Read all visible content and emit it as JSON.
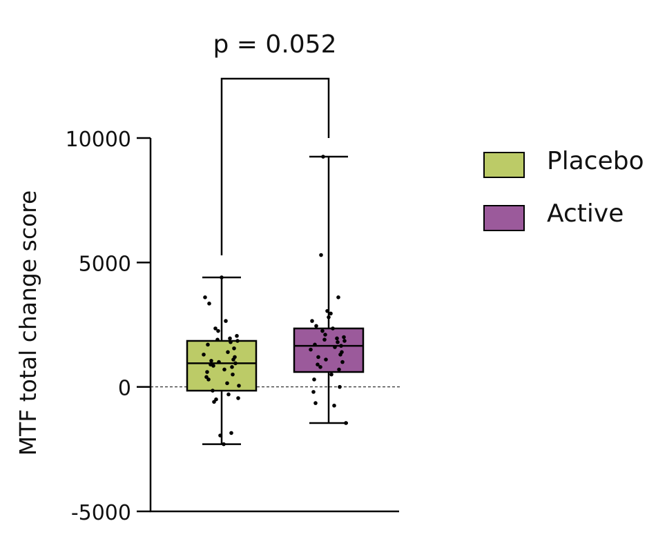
{
  "chart_data": {
    "type": "box",
    "ylabel": "MTF total change score",
    "ylim": [
      -5000,
      10000
    ],
    "yticks": [
      -5000,
      0,
      5000,
      10000
    ],
    "ytick_labels": [
      "-5000",
      "0",
      "5000",
      "10000"
    ],
    "zero_reference_line": true,
    "legend_position": "right",
    "significance": {
      "label": "p = 0.052",
      "between": [
        "Placebo",
        "Active"
      ]
    },
    "colors": {
      "Placebo": "#bccb67",
      "Active": "#9b5a9b",
      "points": "#000000",
      "outline": "#000000"
    },
    "groups": [
      {
        "name": "Placebo",
        "min": -2300,
        "q1": -150,
        "median": 950,
        "q3": 1850,
        "max": 4400,
        "points": [
          4400,
          3600,
          3350,
          2650,
          2350,
          2250,
          2050,
          1950,
          1900,
          1850,
          1800,
          1700,
          1550,
          1400,
          1300,
          1200,
          1100,
          1050,
          1000,
          950,
          900,
          850,
          800,
          700,
          600,
          500,
          400,
          300,
          150,
          50,
          -150,
          -300,
          -450,
          -500,
          -600,
          -1850,
          -1950,
          -2300
        ]
      },
      {
        "name": "Active",
        "min": -1450,
        "q1": 600,
        "median": 1650,
        "q3": 2350,
        "max": 9250,
        "points": [
          9250,
          5300,
          3600,
          3050,
          2950,
          2800,
          2650,
          2450,
          2350,
          2250,
          2100,
          2000,
          1950,
          1900,
          1850,
          1800,
          1700,
          1650,
          1600,
          1500,
          1400,
          1300,
          1200,
          1100,
          1000,
          900,
          800,
          700,
          500,
          300,
          0,
          -200,
          -650,
          -750,
          -1450
        ]
      }
    ]
  }
}
